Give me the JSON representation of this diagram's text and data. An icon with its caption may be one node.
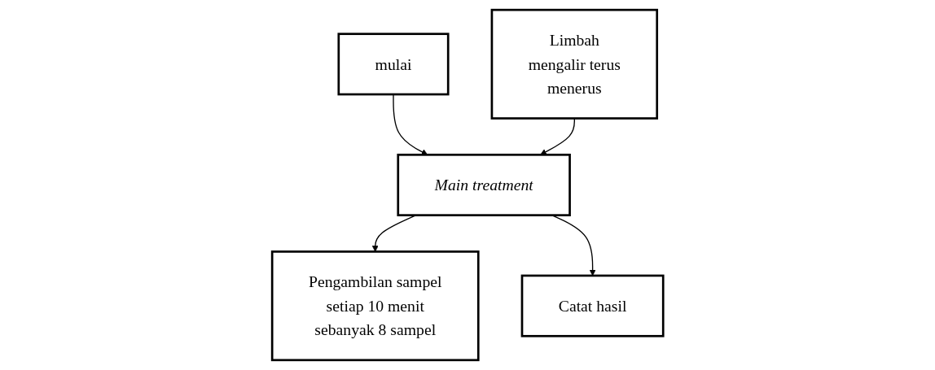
{
  "diagram": {
    "nodes": [
      {
        "text": [
          "mulai"
        ]
      },
      {
        "text": [
          "Limbah mengalir terus menerus"
        ]
      },
      {
        "text": [
          "Main treatment"
        ]
      },
      {
        "text": [
          "Pengambilan sampel setiap 10 menit sebanyak 8 sampel"
        ]
      },
      {
        "text": [
          "Catat hasil"
        ]
      }
    ],
    "edges": [
      {
        "from": 0,
        "to": 2,
        "arrow": "to"
      },
      {
        "from": 1,
        "to": 2,
        "arrow": "to"
      },
      {
        "from": 2,
        "to": 3,
        "arrow": "to"
      },
      {
        "from": 2,
        "to": 4,
        "arrow": "to"
      }
    ]
  }
}
